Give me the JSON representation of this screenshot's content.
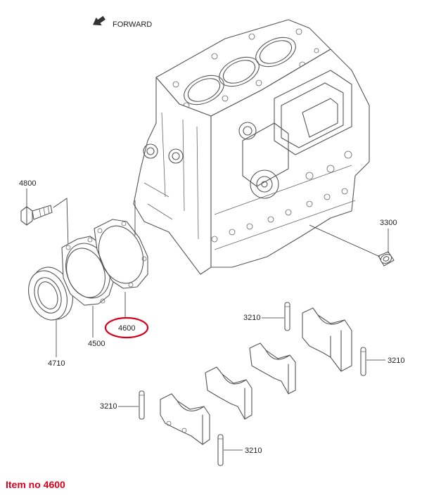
{
  "direction_label": "FORWARD",
  "part_labels": {
    "p4800": "4800",
    "p4710": "4710",
    "p4500": "4500",
    "p4600": "4600",
    "p3300": "3300",
    "p3210_a": "3210",
    "p3210_b": "3210",
    "p3210_c": "3210",
    "p3210_d": "3210"
  },
  "highlight_color": "#d9001b",
  "caption": "Item no 4600"
}
